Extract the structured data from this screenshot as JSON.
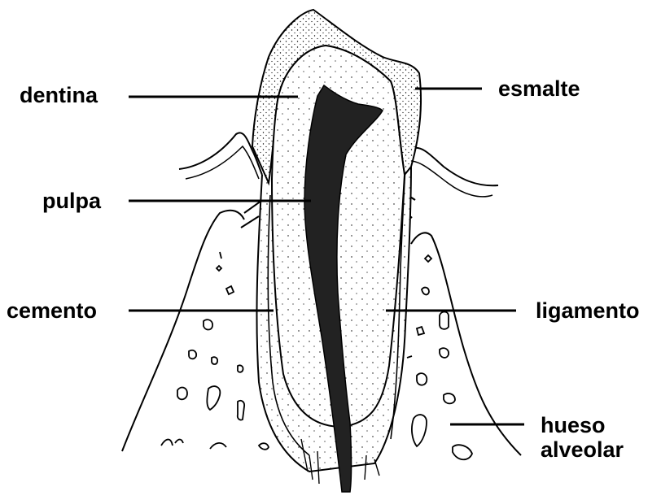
{
  "diagram": {
    "labels": {
      "dentina": "dentina",
      "esmalte": "esmalte",
      "pulpa": "pulpa",
      "cemento": "cemento",
      "ligamento": "ligamento",
      "hueso_line1": "hueso",
      "hueso_line2": "alveolar"
    },
    "colors": {
      "ink": "#000000",
      "pulp": "#222222",
      "background": "#ffffff"
    }
  }
}
